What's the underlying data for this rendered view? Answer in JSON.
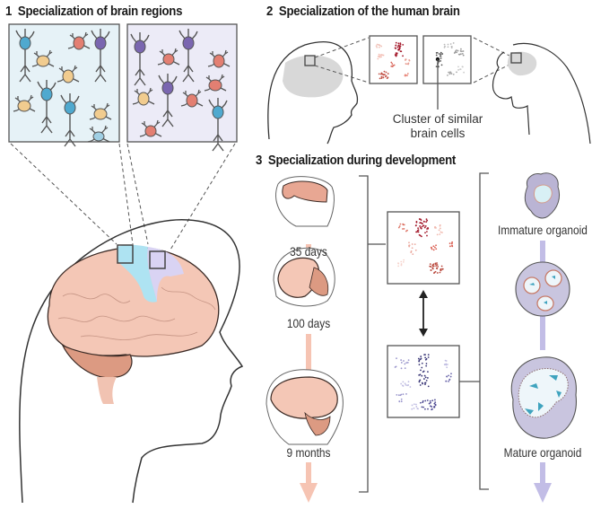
{
  "panels": [
    {
      "number": "1",
      "title": "Specialization of brain regions"
    },
    {
      "number": "2",
      "title": "Specialization of the human brain",
      "callout": [
        "Cluster of similar",
        "brain cells"
      ]
    },
    {
      "number": "3",
      "title": "Specialization during development",
      "stages": [
        {
          "label": "35 days"
        },
        {
          "label": "100 days"
        },
        {
          "label": "9 months"
        }
      ],
      "organoids": [
        {
          "label": "Immature organoid"
        },
        {
          "label": "Mature organoid"
        }
      ]
    }
  ],
  "colors": {
    "brain_pink": "#f4c7b6",
    "cerebellum": "#dc9a82",
    "region_blue": "#aee3f2",
    "region_purple": "#d9d3f3",
    "cell_blue": "#4fa9cf",
    "cell_purple": "#7a66b0",
    "cell_red": "#e37f72",
    "cell_yellow": "#f1cc8f",
    "cluster_red": "#a3182a",
    "cluster_purple": "#3b3878",
    "cluster_gray": "#555555",
    "arrow_pink": "#f6c4b3",
    "arrow_purple": "#c2bde6",
    "organoid_fill": "#c9c5df"
  }
}
